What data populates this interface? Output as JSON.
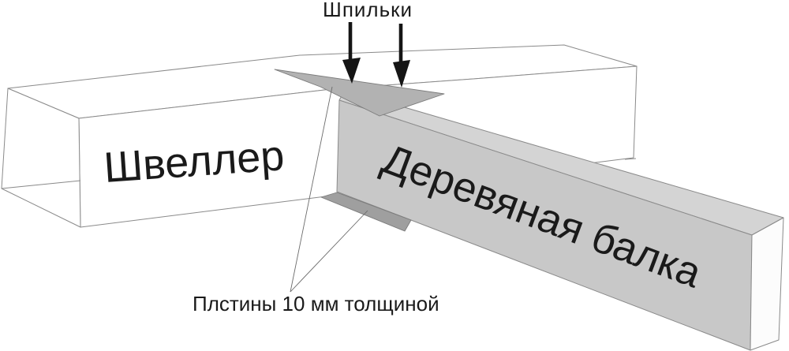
{
  "labels": {
    "studs": "Шпильки",
    "channel": "Швеллер",
    "beam": "Деревяная балка",
    "plates": "Плстины 10 мм толщиной"
  },
  "annotation": {
    "stud_arrow_count": 2,
    "plate_leader_count": 2,
    "plate_thickness_note": "10 мм"
  },
  "colors": {
    "background": "#ffffff",
    "channel_face": "#ffffff",
    "beam_side": "#c8c8c8",
    "beam_top": "#d4d4d4",
    "beam_end": "#fcfcfc",
    "top_plate": "#b2b2b2",
    "bottom_plate": "#9f9f9f",
    "arrow": "#151515",
    "outline": "#8a8a8a",
    "leader": "#6b6b6b",
    "text": "#1a1a1a"
  }
}
